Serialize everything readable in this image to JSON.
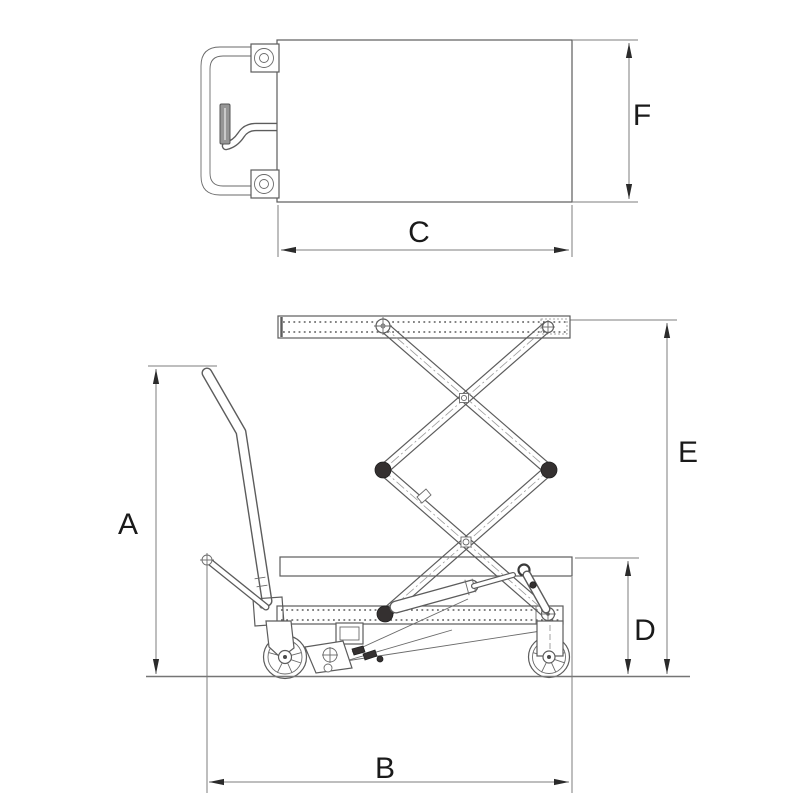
{
  "drawing": {
    "type": "technical line drawing, two orthographic views of a scissor lift table cart",
    "colors": {
      "background": "#ffffff",
      "line": "#5c5c5c",
      "dimension_line": "#7d7d7d",
      "arrowhead": "#2b2b2b",
      "label": "#1a1a1a",
      "dark_joint": "#343030",
      "grip_fill": "#969696"
    },
    "labels": {
      "A": "A",
      "B": "B",
      "C": "C",
      "D": "D",
      "E": "E",
      "F": "F"
    }
  }
}
